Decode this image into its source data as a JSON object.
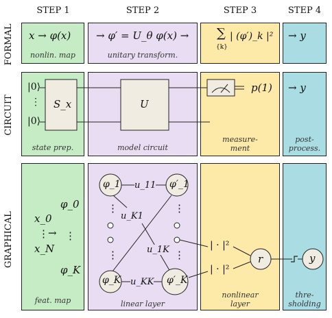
{
  "headers": {
    "step1": "STEP 1",
    "step2": "STEP 2",
    "step3": "STEP 3",
    "step4": "STEP 4"
  },
  "rows": {
    "formal": "FORMAL",
    "circuit": "CIRCUIT",
    "graphical": "GRAPHICAL"
  },
  "formal": {
    "s1_expr": "x → φ(x)",
    "s1_caption": "nonlin. map",
    "s2_expr": "→ φ′ = U_θ φ(x) →",
    "s2_caption": "unitary transform.",
    "s3_sum": "∑",
    "s3_sub": "{k}",
    "s3_body": "| (φ′)_k |²",
    "s4_expr": "→ y"
  },
  "circuit": {
    "ket_top": "|0⟩",
    "ket_dots": "⋮",
    "ket_bottom": "|0⟩",
    "gate_s": "S_x",
    "gate_u": "U",
    "p1": "p(1)",
    "s4_expr": "→ y",
    "cap1": "state prep.",
    "cap2": "model circuit",
    "cap3_a": "measure-",
    "cap3_b": "ment",
    "cap4_a": "post-",
    "cap4_b": "process."
  },
  "graphical": {
    "x0": "x_0",
    "xN": "x_N",
    "arrow": "→",
    "phi0": "φ_0",
    "phiK": "φ_K",
    "vdots": "⋮",
    "cap1": "feat. map",
    "node_phi1": "φ_1",
    "node_phi1p": "φ′_1",
    "node_phiK": "φ_K",
    "node_phiKp": "φ′_K",
    "u11": "u_11",
    "uK1": "u_K1",
    "u1K": "u_1K",
    "uKK": "u_KK",
    "cap2": "linear layer",
    "abs_sq_top": "| · |²",
    "abs_sq_bottom": "| · |²",
    "node_r": "r",
    "cap3_a": "nonlinear",
    "cap3_b": "layer",
    "node_y": "y",
    "cap4_a": "thre-",
    "cap4_b": "sholding"
  }
}
